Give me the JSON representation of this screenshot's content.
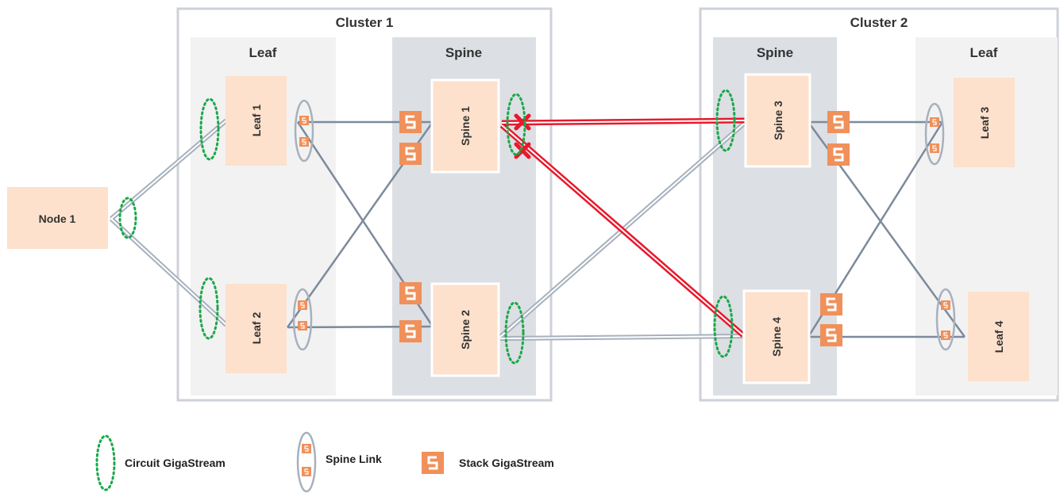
{
  "clusters": [
    {
      "title": "Cluster 1",
      "sections": {
        "leaf": "Leaf",
        "spine": "Spine"
      },
      "leaves": [
        "Leaf 1",
        "Leaf 2"
      ],
      "spines": [
        "Spine 1",
        "Spine 2"
      ]
    },
    {
      "title": "Cluster 2",
      "sections": {
        "spine": "Spine",
        "leaf": "Leaf"
      },
      "spines": [
        "Spine 3",
        "Spine 4"
      ],
      "leaves": [
        "Leaf 3",
        "Leaf 4"
      ]
    }
  ],
  "node": {
    "label": "Node 1"
  },
  "stack_icon": "S",
  "legend": {
    "circuit": "Circuit GigaStream",
    "spine_link": "Spine Link",
    "stack": "Stack GigaStream"
  },
  "colors": {
    "node_fill": "#fde1cc",
    "leaf_bg": "#f2f2f2",
    "spine_bg": "#dcdfe3",
    "border": "#cdd2d8",
    "link": "#7d8a9c",
    "circuit": "#1aa84a",
    "failed": "#e8192c",
    "stack": "#f0905a"
  }
}
